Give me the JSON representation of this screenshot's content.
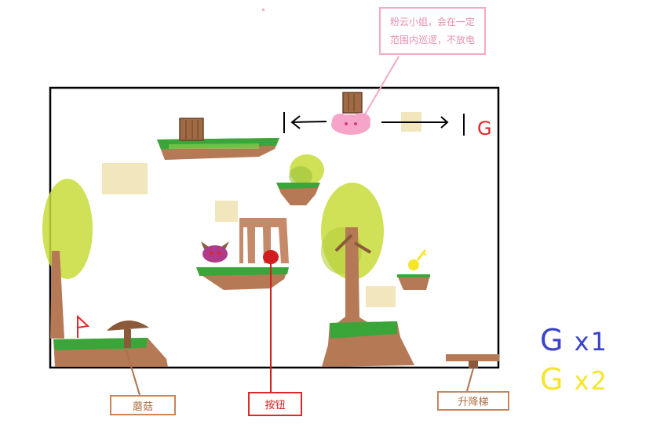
{
  "note": {
    "line1": "粉云小姐，会在一定",
    "line2": "范围内巡逻，不放电"
  },
  "labels": {
    "mushroom": "蘑菇",
    "button": "按钮",
    "elevator": "升降梯"
  },
  "gem_counts": {
    "blue": {
      "letter": "G",
      "count": "x1",
      "color": "#3b43c9"
    },
    "yellow": {
      "letter": "G",
      "count": "x2",
      "color": "#f5e52b"
    }
  },
  "scene": {
    "patrol_end_gem": {
      "letter": "G",
      "color": "#e02828"
    }
  },
  "colors": {
    "grass": "#3aa63a",
    "grass_light": "#8fd44c",
    "dirt": "#b57a55",
    "dirt_dark": "#8a5a3b",
    "crate": "#a06a45",
    "foliage": "#c8dc3a",
    "pink_cloud": "#f6a5c8",
    "beige_block": "#efe2b0",
    "frame": "#000000"
  }
}
